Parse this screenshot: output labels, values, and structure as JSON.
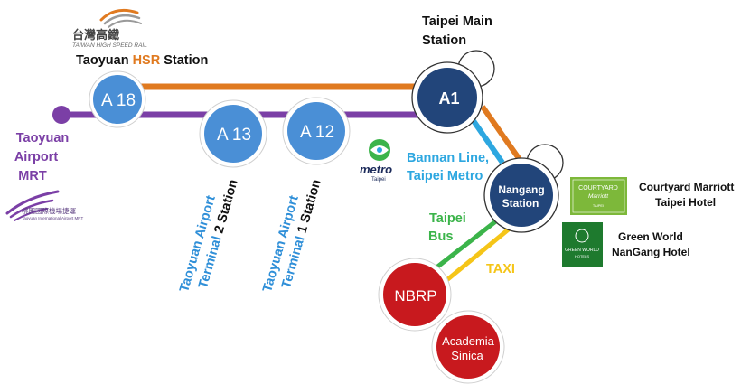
{
  "logos": {
    "thsr_chinese": "台灣高鐵",
    "thsr_english": "TAIWAN HIGH SPEED RAIL",
    "airport_mrt_chinese": "桃園國際機場捷運",
    "airport_mrt_english": "Taoyuan International Airport MRT",
    "metro_word": "metro",
    "metro_city": "Taipei",
    "courtyard_name": "COURTYARD",
    "courtyard_brand": "Marriott",
    "courtyard_sub": "TAIPEI",
    "green_world_name": "GREEN WORLD",
    "green_world_sub": "HOTELS"
  },
  "labels": {
    "hsr_prefix": "Taoyuan ",
    "hsr_highlight": "HSR",
    "hsr_suffix": " Station",
    "taipei_main_line1": "Taipei Main",
    "taipei_main_line2": "Station",
    "airport_mrt_line1": "Taoyuan",
    "airport_mrt_line2": "Airport",
    "airport_mrt_line3": "MRT",
    "bannan_line1": "Bannan Line,",
    "bannan_line2": "Taipei Metro",
    "terminal2_line1_blue": "Taoyuan Airport",
    "terminal2_line2_blue": "Terminal",
    "terminal2_line2_black": " 2 Station",
    "terminal1_line1_blue": "Taoyuan Airport",
    "terminal1_line2_blue": "Terminal",
    "terminal1_line2_black": " 1 Station",
    "taipei_bus_line1": "Taipei",
    "taipei_bus_line2": "Bus",
    "taxi": "TAXI",
    "courtyard_line1": "Courtyard Marriott",
    "courtyard_line2": "Taipei Hotel",
    "green_world_line1": "Green World",
    "green_world_line2": "NanGang Hotel"
  },
  "stations": {
    "a18": "A 18",
    "a13": "A 13",
    "a12": "A 12",
    "a1": "A1",
    "nangang_line1": "Nangang",
    "nangang_line2": "Station",
    "nbrp": "NBRP",
    "academia_line1": "Academia",
    "academia_line2": "Sinica"
  },
  "colors": {
    "hsr_orange": "#E07A20",
    "airport_purple": "#7B3FA6",
    "metro_blue": "#2DA7E0",
    "bus_green": "#3BB44A",
    "taxi_yellow": "#F5C518",
    "station_blue": "#4A8FD6",
    "station_navy": "#22457A",
    "station_red": "#C8191E",
    "label_blue": "#2F8FD8",
    "hotel_green": "#1E7A2E",
    "courtyard_green": "#7DB83A"
  }
}
